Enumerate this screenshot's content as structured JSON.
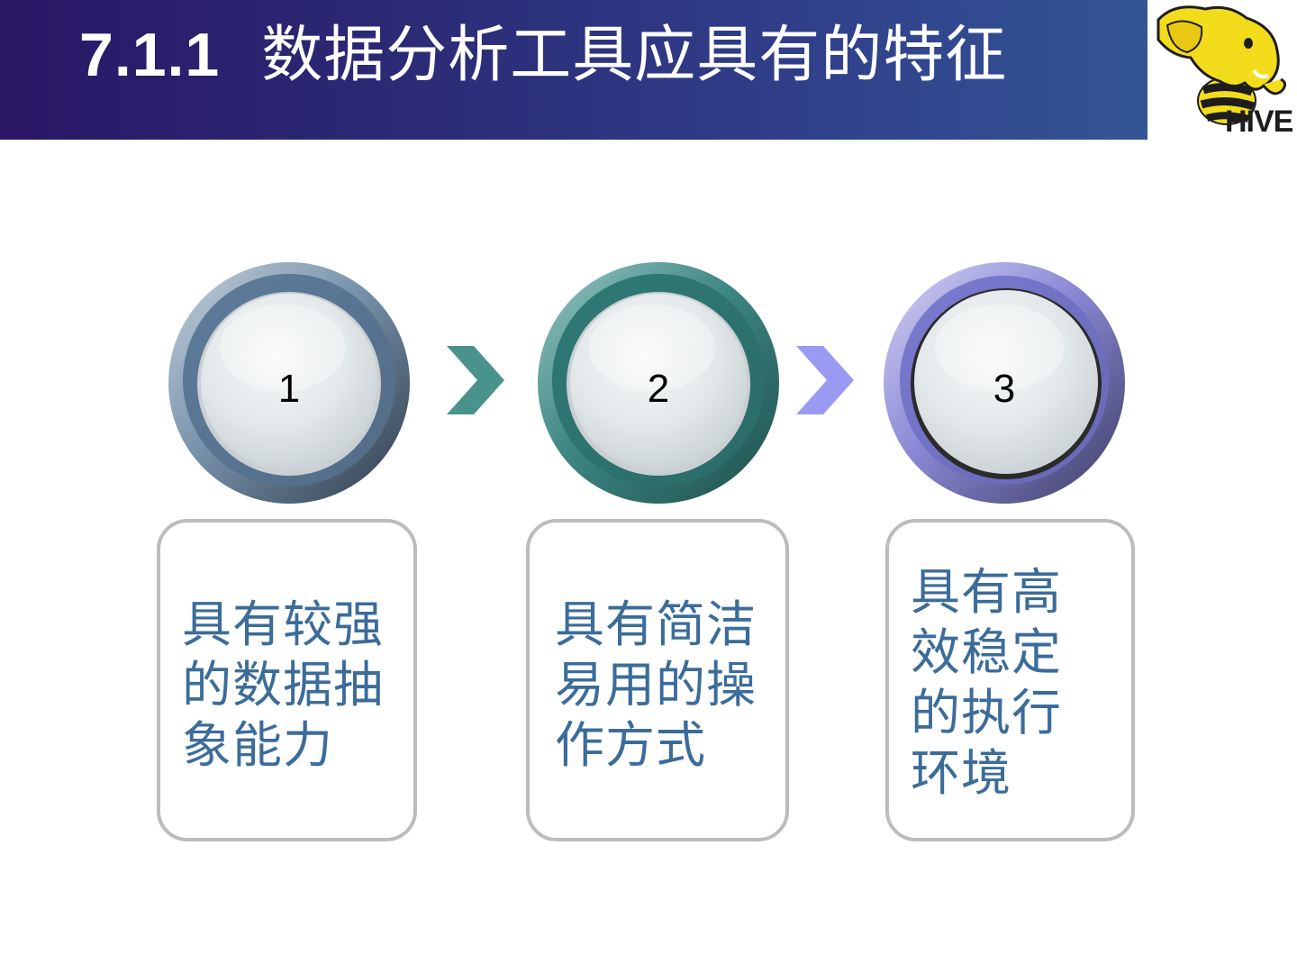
{
  "header": {
    "section_number": "7.1.1",
    "title": "数据分析工具应具有的特征",
    "colors": {
      "banner_start": "#2a1766",
      "banner_end": "#335594",
      "title_text": "#ffffff"
    }
  },
  "logo": {
    "icon": "hive-elephant-bee-logo",
    "text": "HIVE"
  },
  "steps": [
    {
      "number": "1",
      "ring_color": "#5f7f9c",
      "text": "具有较强的数据抽象能力"
    },
    {
      "number": "2",
      "ring_color": "#2f7a76",
      "text": "具有简洁易用的操作方式"
    },
    {
      "number": "3",
      "ring_color": "#7f7fcf",
      "text": "具有高效稳定的执行环境"
    }
  ],
  "connectors": [
    {
      "icon": "chevron-right-icon",
      "color": "#4a938d"
    },
    {
      "icon": "chevron-right-icon",
      "color": "#9a9af2"
    }
  ],
  "colors": {
    "box_border": "#bcbcbc",
    "box_text": "#3b6c9a"
  }
}
